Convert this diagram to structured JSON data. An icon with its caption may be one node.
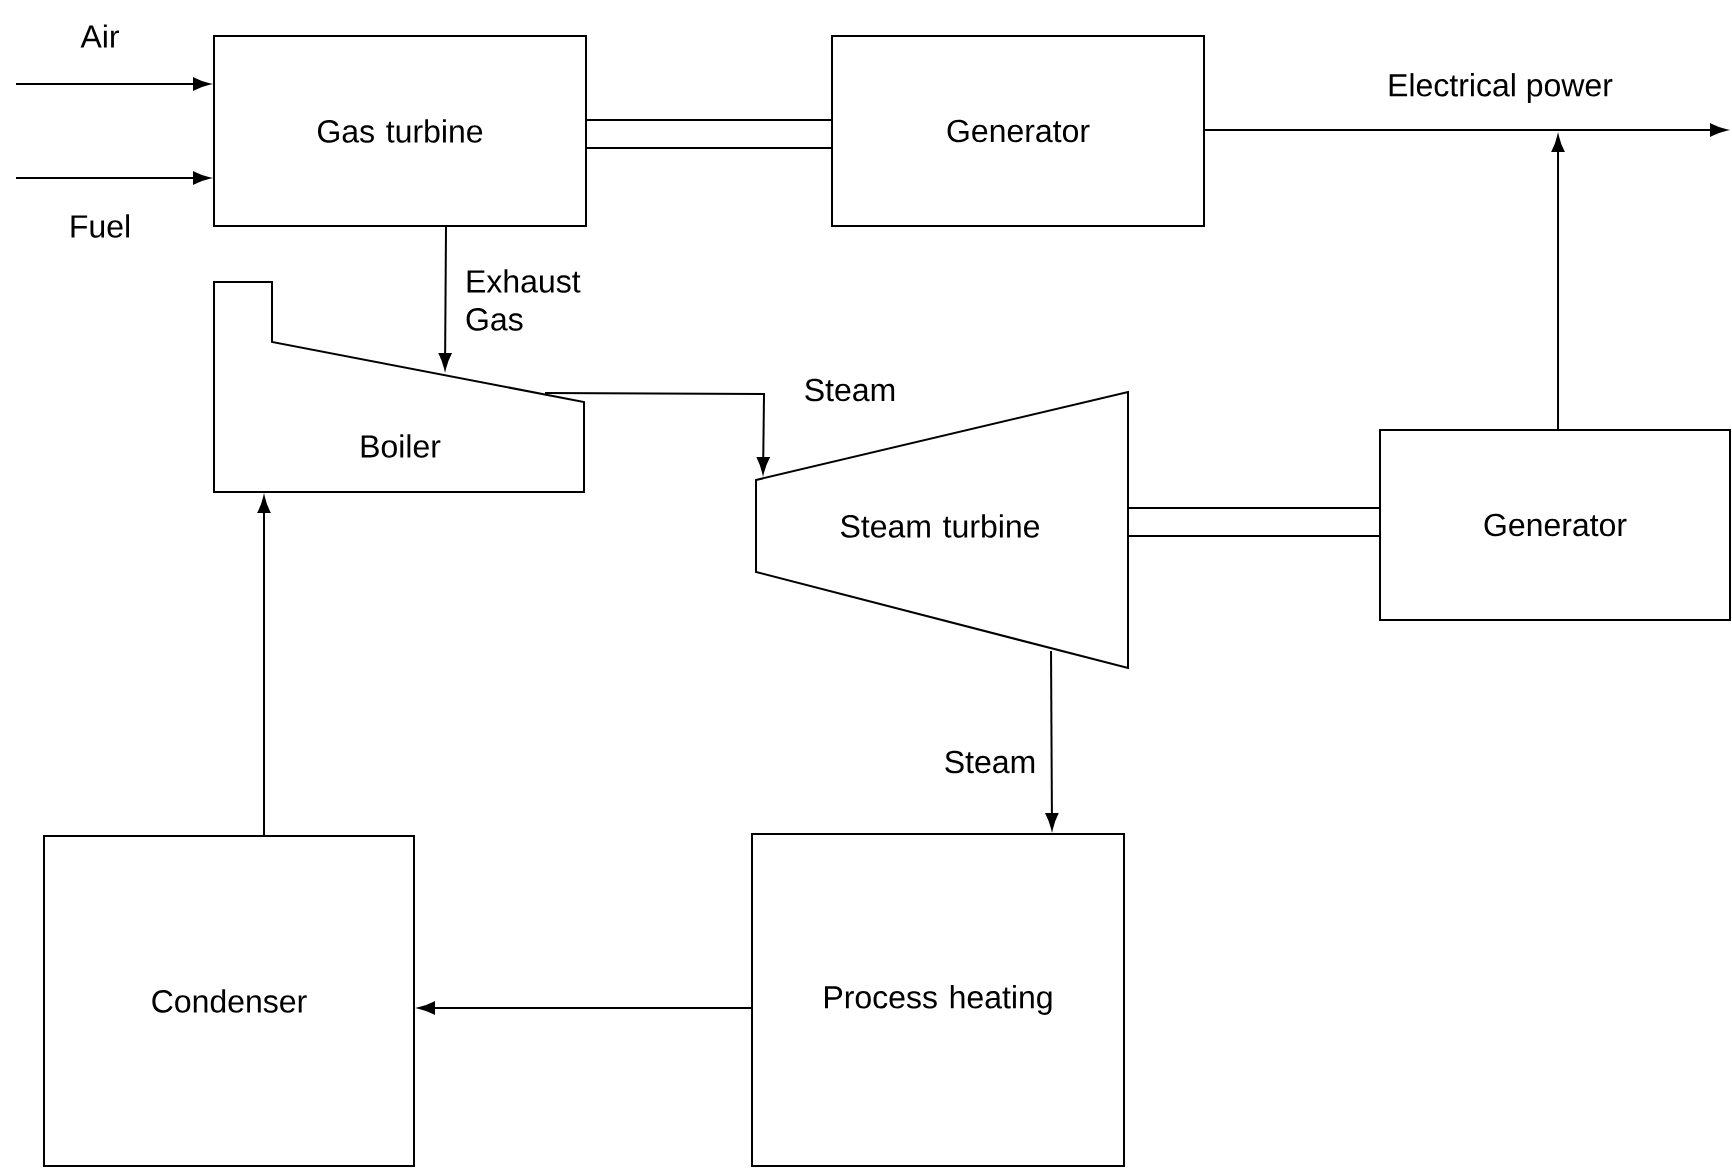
{
  "diagram": {
    "nodes": [
      {
        "text": [
          "Gas turbine"
        ]
      },
      {
        "text": [
          "Generator"
        ]
      },
      {
        "text": [
          "Boiler"
        ]
      },
      {
        "text": [
          "Steam turbine"
        ]
      },
      {
        "text": [
          "Generator"
        ]
      },
      {
        "text": [
          "Process heating"
        ]
      },
      {
        "text": [
          "Condenser"
        ]
      }
    ],
    "edges": [
      {
        "from": null,
        "to": 0,
        "arrow": "to",
        "label": "Air"
      },
      {
        "from": null,
        "to": 0,
        "arrow": "to",
        "label": "Fuel"
      },
      {
        "from": 0,
        "to": 1,
        "arrow": "none",
        "style": "thick"
      },
      {
        "from": 1,
        "to": null,
        "arrow": "to",
        "label": "Electrical power"
      },
      {
        "from": 4,
        "to": null,
        "arrow": "to"
      },
      {
        "from": 0,
        "to": 2,
        "arrow": "to",
        "label": "Exhaust Gas"
      },
      {
        "from": 2,
        "to": 3,
        "arrow": "to",
        "label": "Steam"
      },
      {
        "from": 3,
        "to": 4,
        "arrow": "none",
        "style": "thick"
      },
      {
        "from": 3,
        "to": 5,
        "arrow": "to",
        "label": "Steam"
      },
      {
        "from": 5,
        "to": 6,
        "arrow": "to"
      },
      {
        "from": 6,
        "to": 2,
        "arrow": "to"
      }
    ]
  }
}
